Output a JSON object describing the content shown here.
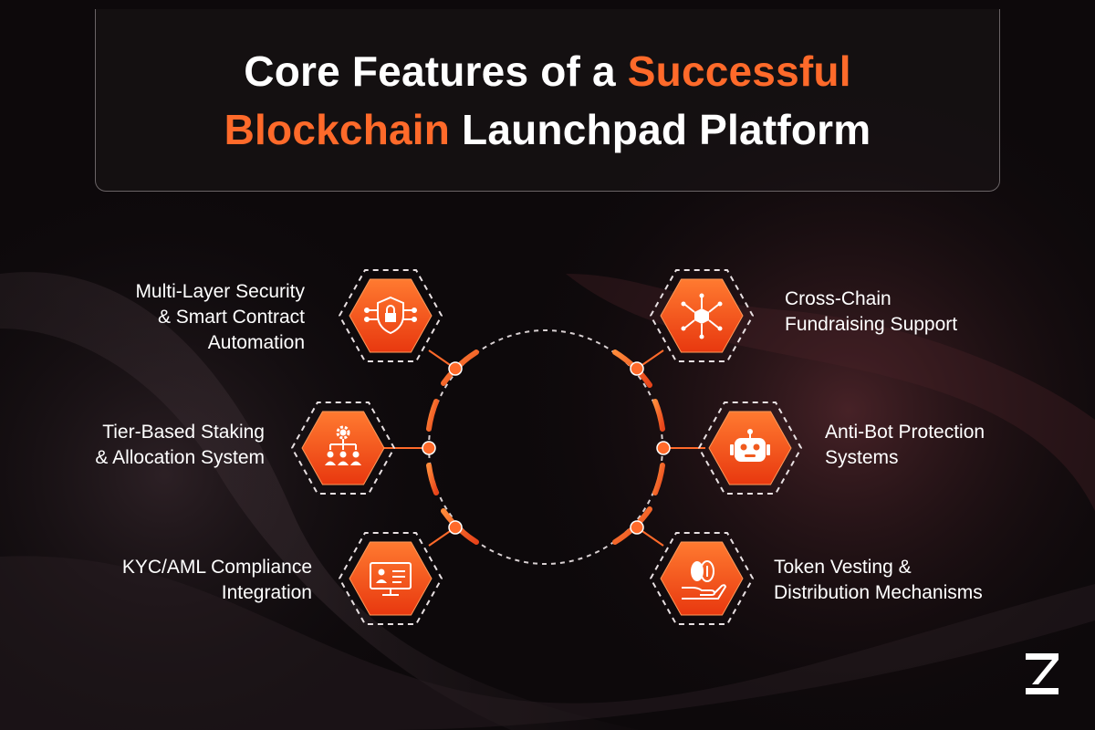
{
  "title": {
    "line1_prefix": "Core Features of a",
    "line1_accent": "Successful",
    "line2_accent": "Blockchain",
    "line2_suffix": "Launchpad Platform"
  },
  "features": {
    "security": {
      "line1": "Multi-Layer Security",
      "line2": "& Smart Contract",
      "line3": "Automation",
      "icon": "shield-lock-icon"
    },
    "staking": {
      "line1": "Tier-Based Staking",
      "line2": "& Allocation System",
      "icon": "hierarchy-gear-icon"
    },
    "kyc": {
      "line1": "KYC/AML Compliance",
      "line2": "Integration",
      "icon": "monitor-id-card-icon"
    },
    "cross_chain": {
      "line1": "Cross-Chain",
      "line2": "Fundraising Support",
      "icon": "network-cube-icon"
    },
    "anti_bot": {
      "line1": "Anti-Bot Protection",
      "line2": "Systems",
      "icon": "robot-icon"
    },
    "vesting": {
      "line1": "Token Vesting &",
      "line2": "Distribution Mechanisms",
      "icon": "hand-coins-icon"
    }
  },
  "colors": {
    "accent": "#ff6a2a",
    "hex_fill_top": "#ff7a30",
    "hex_fill_bottom": "#e8380f",
    "background": "#0d090b",
    "text": "#ffffff"
  },
  "logo": {
    "icon": "brand-logo-icon"
  }
}
